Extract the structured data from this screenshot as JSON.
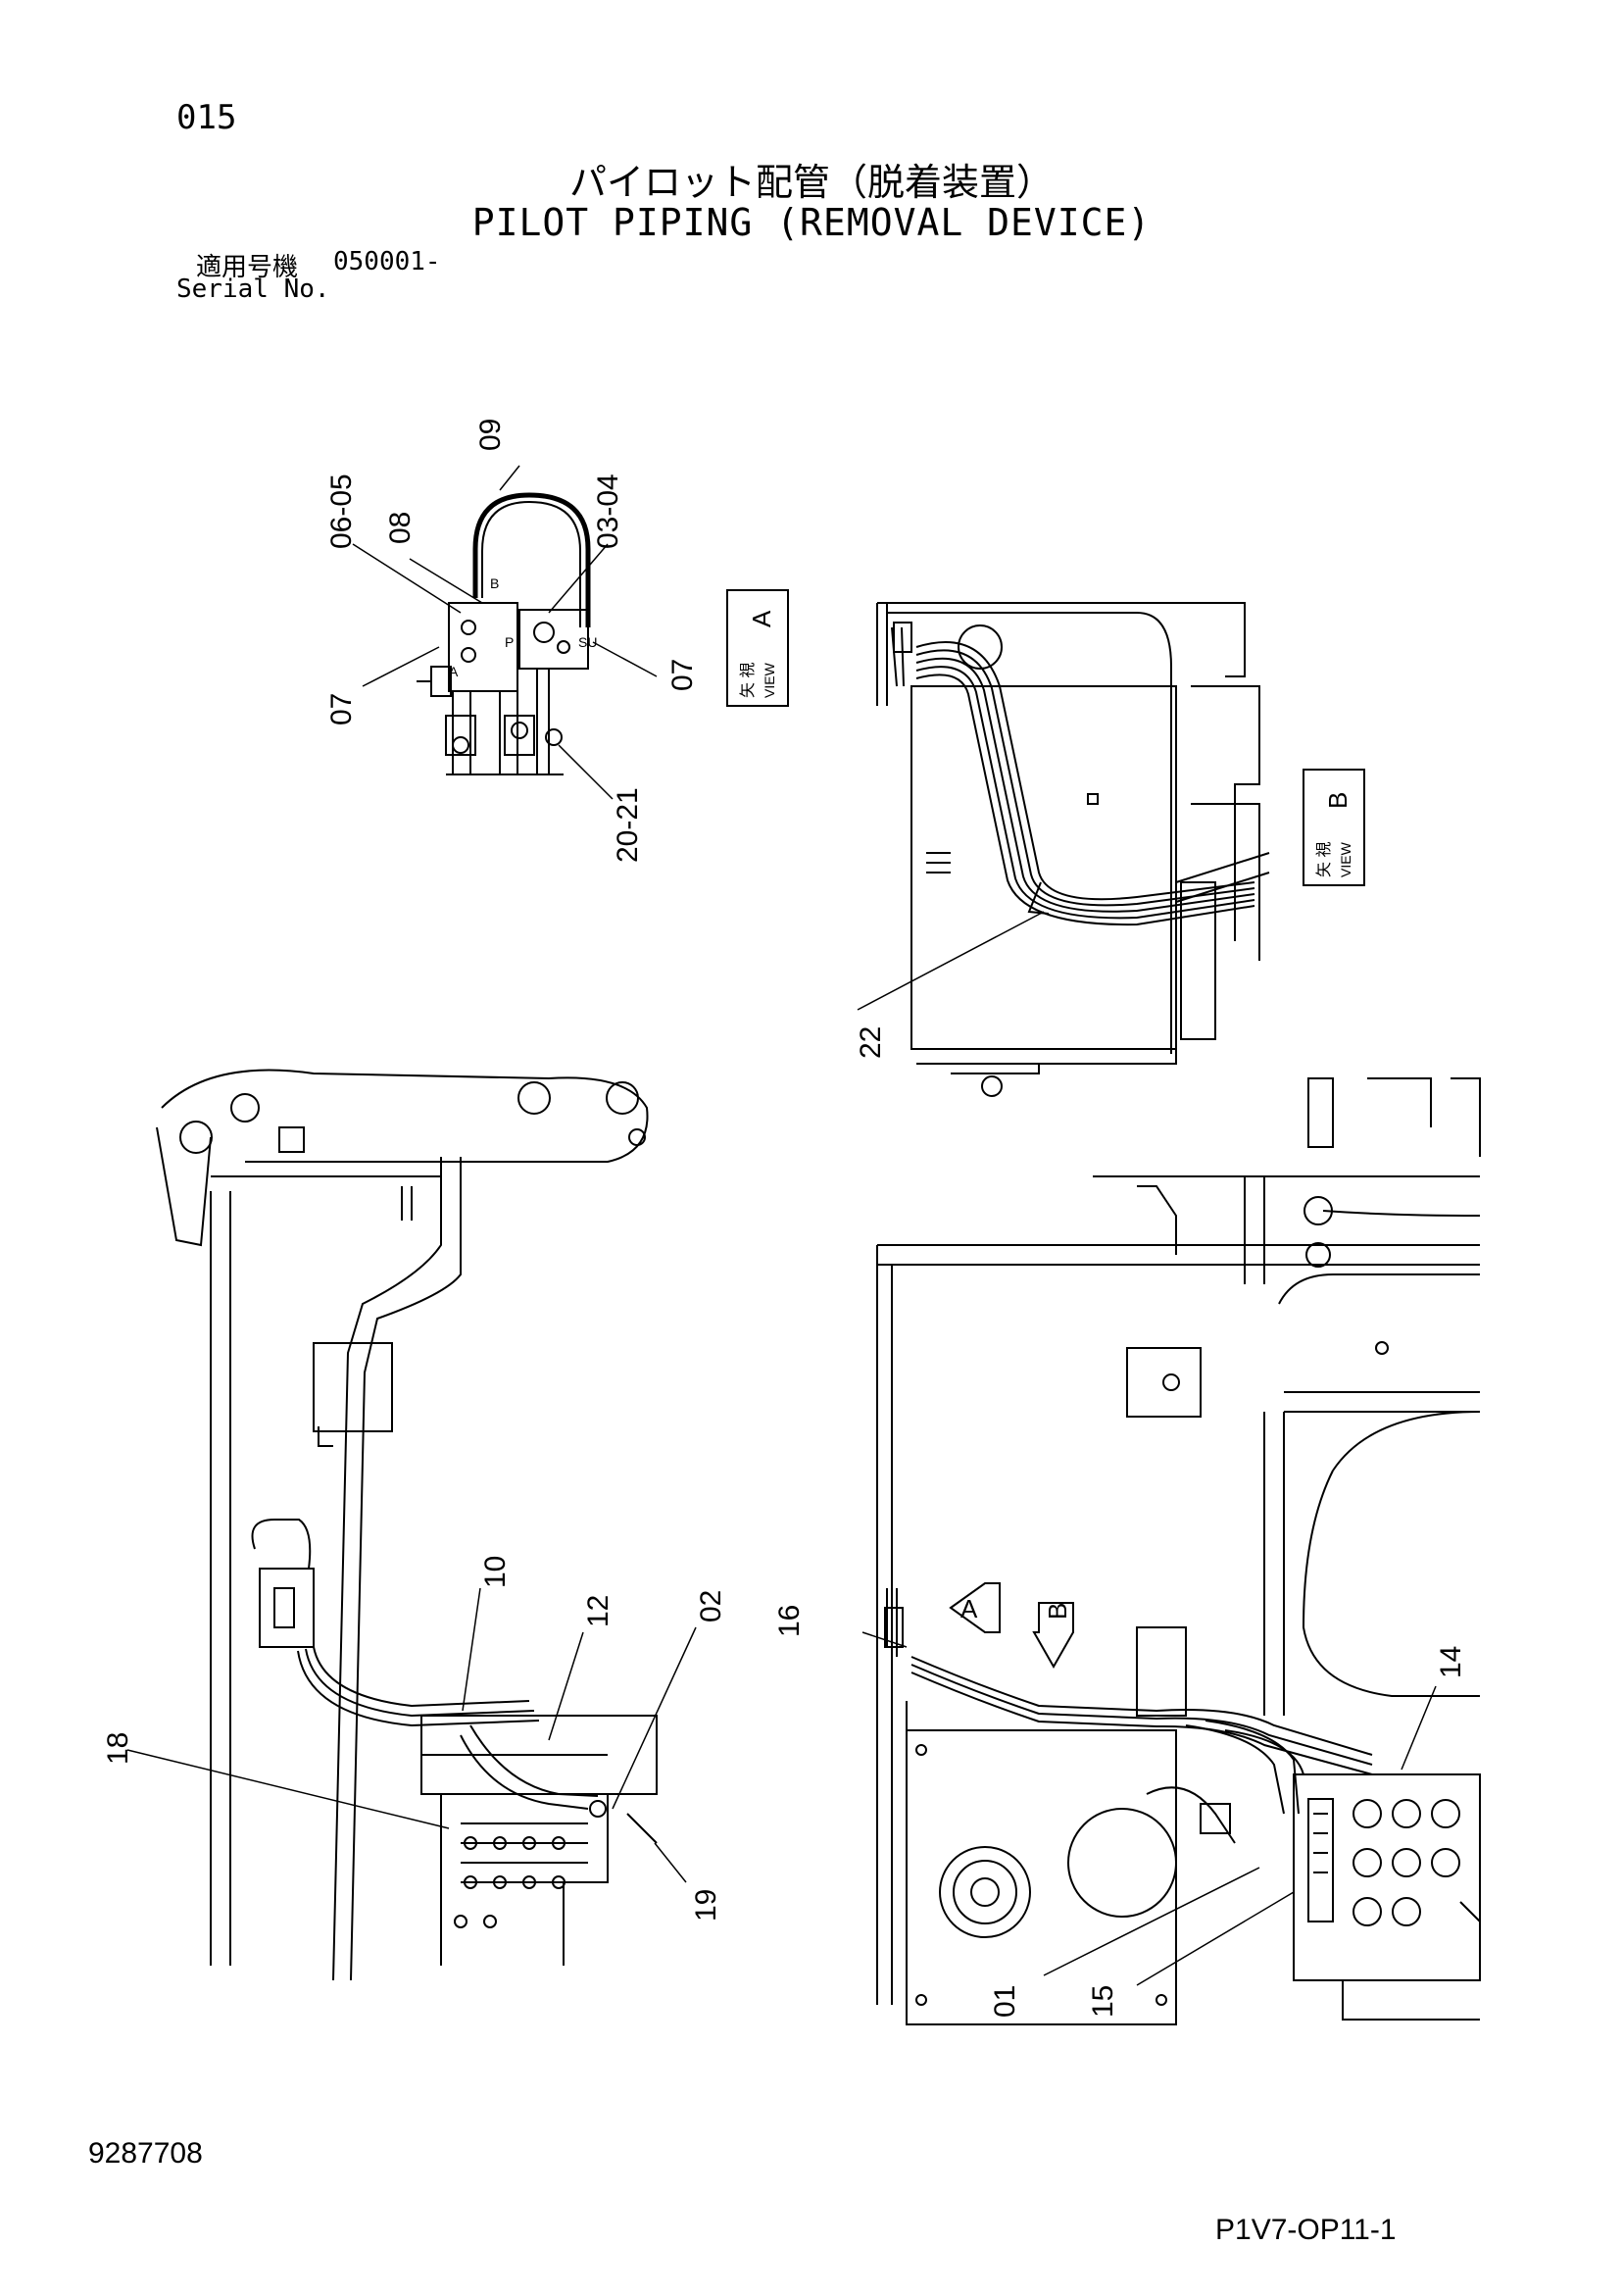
{
  "header": {
    "page_number": "015",
    "title_jp": "パイロット配管（脱着装置）",
    "title_en": "PILOT PIPING (REMOVAL DEVICE)",
    "serial_label_jp": "適用号機",
    "serial_value": "050001-",
    "serial_label_en": "Serial No."
  },
  "footer": {
    "doc_id": "9287708",
    "page_code": "P1V7-OP11-1"
  },
  "views": {
    "view_a": {
      "jp": "矢 視",
      "en": "VIEW",
      "letter": "A"
    },
    "view_b": {
      "jp": "矢 視",
      "en": "VIEW",
      "letter": "B"
    },
    "arrow_a": "A",
    "arrow_b": "B"
  },
  "callouts": {
    "c09": "09",
    "c06_05": "06-05",
    "c08": "08",
    "c03_04": "03-04",
    "c07_left": "07",
    "c07_right": "07",
    "c20_21": "20-21",
    "c22": "22",
    "c10": "10",
    "c12": "12",
    "c02": "02",
    "c18": "18",
    "c19": "19",
    "c16": "16",
    "c14": "14",
    "c01": "01",
    "c15": "15"
  },
  "valve_labels": {
    "port_b": "B",
    "port_p": "P",
    "port_a": "A",
    "port_su": "SU"
  }
}
